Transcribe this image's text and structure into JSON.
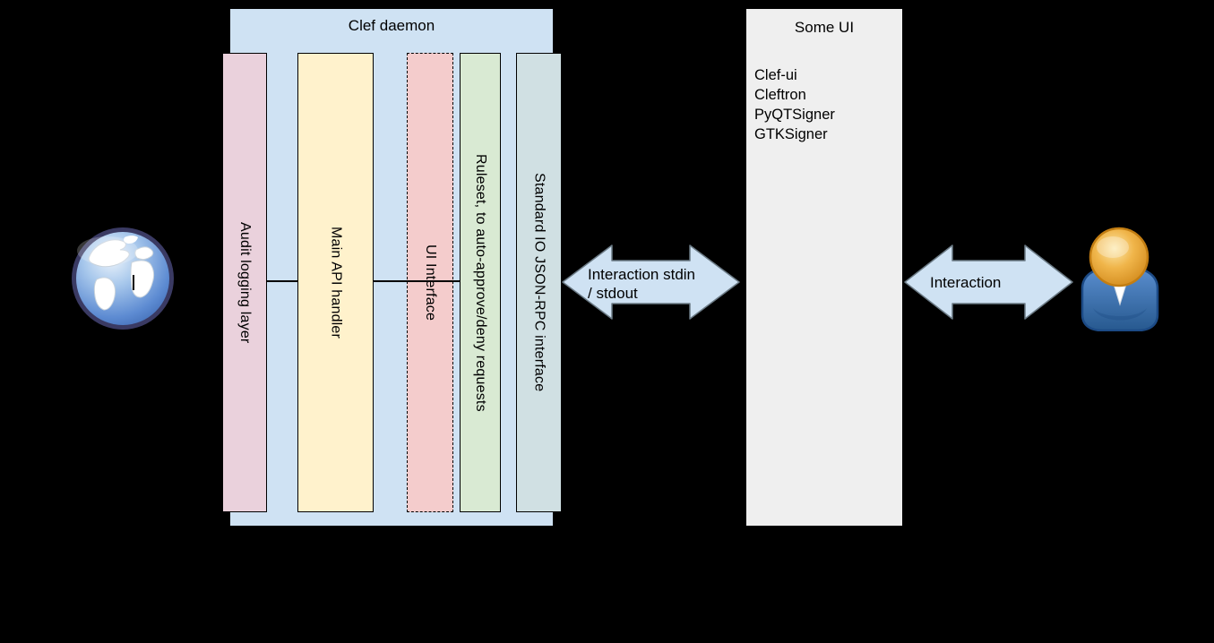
{
  "daemon": {
    "title": "Clef daemon",
    "fill": "#cfe2f3",
    "layers": [
      {
        "label": "Audit logging layer",
        "fill": "#ead1dc",
        "border": "solid"
      },
      {
        "label": "Main API handler",
        "fill": "#fff2cc",
        "border": "solid"
      },
      {
        "label": "UI Interface",
        "fill": "#f4cccc",
        "border": "dashed"
      },
      {
        "label": "Ruleset, to auto-approve/deny requests",
        "fill": "#d9ead3",
        "border": "solid"
      },
      {
        "label": "Standard IO JSON-RPC interface",
        "fill": "#d0e0e3",
        "border": "solid"
      }
    ]
  },
  "some_ui": {
    "title": "Some UI",
    "fill": "#efefef",
    "items": [
      "Clef-ui",
      "Cleftron",
      "PyQTSigner",
      "GTKSigner"
    ]
  },
  "arrows": {
    "stdio": {
      "line1": "Interaction stdin",
      "line2": "/ stdout",
      "fill": "#cfe2f3"
    },
    "ui": {
      "label": "Interaction",
      "fill": "#cfe2f3"
    }
  },
  "icons": {
    "left": "globe-icon",
    "right": "person-icon"
  },
  "colors": {
    "background": "#000000",
    "line": "#000000",
    "arrow_fill": "#cfe2f3",
    "arrow_stroke": "#6b7a85"
  }
}
